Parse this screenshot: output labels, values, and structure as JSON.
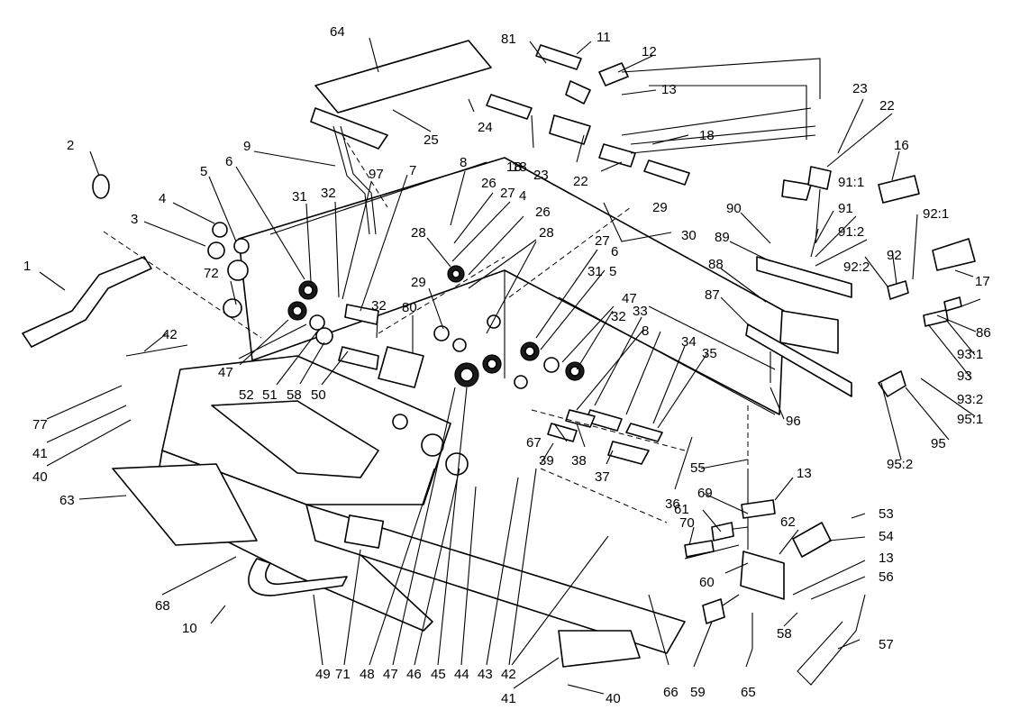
{
  "diagram": {
    "labels": [
      "1",
      "2",
      "3",
      "4",
      "5",
      "6",
      "7",
      "8",
      "9",
      "10",
      "11",
      "12",
      "13",
      "16",
      "17",
      "18",
      "22",
      "23",
      "24",
      "25",
      "26",
      "27",
      "28",
      "29",
      "30",
      "31",
      "32",
      "33",
      "34",
      "35",
      "36",
      "37",
      "38",
      "39",
      "40",
      "41",
      "42",
      "43",
      "44",
      "45",
      "46",
      "47",
      "48",
      "49",
      "50",
      "51",
      "52",
      "53",
      "54",
      "55",
      "56",
      "57",
      "58",
      "59",
      "60",
      "61",
      "62",
      "63",
      "64",
      "65",
      "66",
      "67",
      "68",
      "69",
      "70",
      "71",
      "72",
      "77",
      "80",
      "81",
      "86",
      "87",
      "88",
      "89",
      "90",
      "91",
      "91:1",
      "91:2",
      "92",
      "92:1",
      "92:2",
      "93",
      "93:1",
      "93:2",
      "95",
      "95:1",
      "95:2",
      "96",
      "97"
    ]
  }
}
